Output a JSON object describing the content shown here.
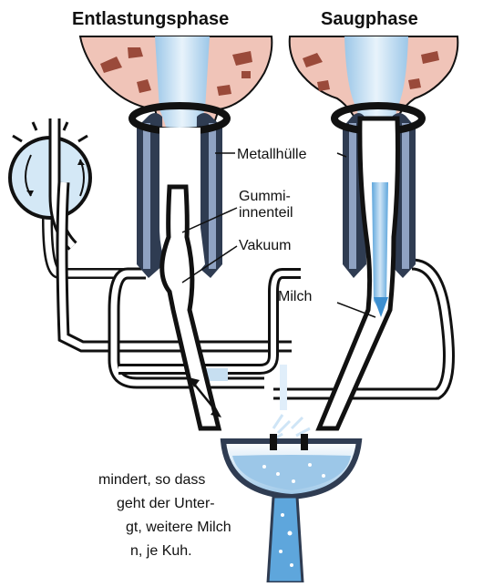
{
  "headings": {
    "left_phase": "Entlastungsphase",
    "right_phase": "Saugphase"
  },
  "labels": {
    "metal_shell": "Metallhülle",
    "rubber_liner_line1": "Gummi-",
    "rubber_liner_line2": "innenteil",
    "vacuum": "Vakuum",
    "milk": "Milch"
  },
  "caption_fragments": [
    "mindert, so dass",
    "geht der Unter-",
    "gt, weitere Milch",
    "n, je Kuh."
  ],
  "colors": {
    "udder_skin": "#f0c4b8",
    "udder_spots": "#9a4a3a",
    "milk_blue": "#9cc7e8",
    "milk_light": "#dcecf8",
    "metal_dark": "#2f3c52",
    "tube_outline": "#111111"
  }
}
